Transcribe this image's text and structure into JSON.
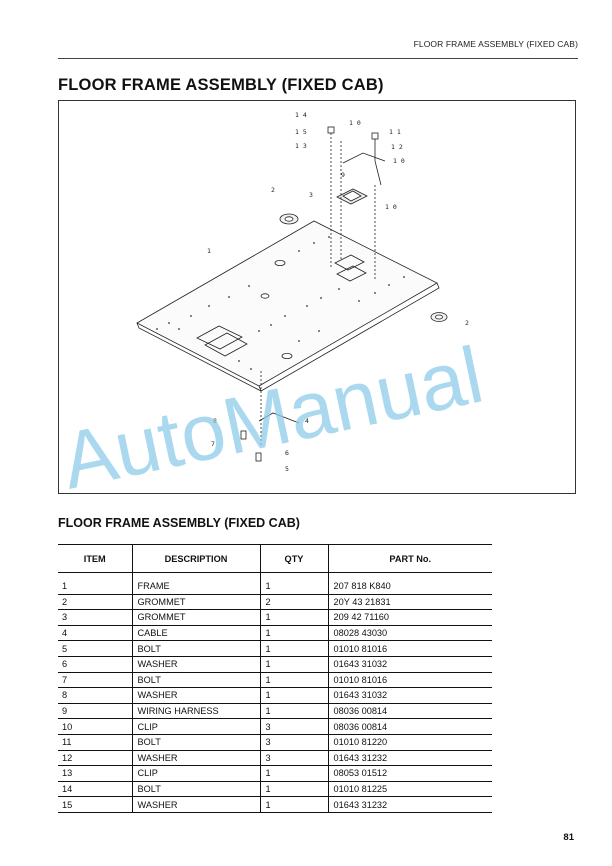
{
  "header": {
    "running_title": "FLOOR FRAME ASSEMBLY (FIXED CAB)"
  },
  "page_title": "FLOOR FRAME ASSEMBLY (FIXED CAB)",
  "figure": {
    "callouts": [
      "1 4",
      "1 5",
      "1 3",
      "1 0",
      "1 1",
      "1 2",
      "1 0",
      "9",
      "1 0",
      "2",
      "3",
      "1",
      "2",
      "8",
      "4",
      "7",
      "6",
      "5"
    ],
    "watermark": "AutoManual",
    "watermark_color": "#8ccbea"
  },
  "table": {
    "title": "FLOOR FRAME ASSEMBLY (FIXED CAB)",
    "columns": [
      "ITEM",
      "DESCRIPTION",
      "QTY",
      "PART No."
    ],
    "rows": [
      [
        "1",
        "FRAME",
        "1",
        "207 818 K840"
      ],
      [
        "2",
        "GROMMET",
        "2",
        "20Y 43 21831"
      ],
      [
        "3",
        "GROMMET",
        "1",
        "209 42 71160"
      ],
      [
        "4",
        "CABLE",
        "1",
        "08028 43030"
      ],
      [
        "5",
        "BOLT",
        "1",
        "01010 81016"
      ],
      [
        "6",
        "WASHER",
        "1",
        "01643 31032"
      ],
      [
        "7",
        "BOLT",
        "1",
        "01010 81016"
      ],
      [
        "8",
        "WASHER",
        "1",
        "01643 31032"
      ],
      [
        "9",
        "WIRING HARNESS",
        "1",
        "08036 00814"
      ],
      [
        "10",
        "CLIP",
        "3",
        "08036 00814"
      ],
      [
        "11",
        "BOLT",
        "3",
        "01010 81220"
      ],
      [
        "12",
        "WASHER",
        "3",
        "01643 31232"
      ],
      [
        "13",
        "CLIP",
        "1",
        "08053 01512"
      ],
      [
        "14",
        "BOLT",
        "1",
        "01010 81225"
      ],
      [
        "15",
        "WASHER",
        "1",
        "01643 31232"
      ]
    ]
  },
  "page_number": "81"
}
